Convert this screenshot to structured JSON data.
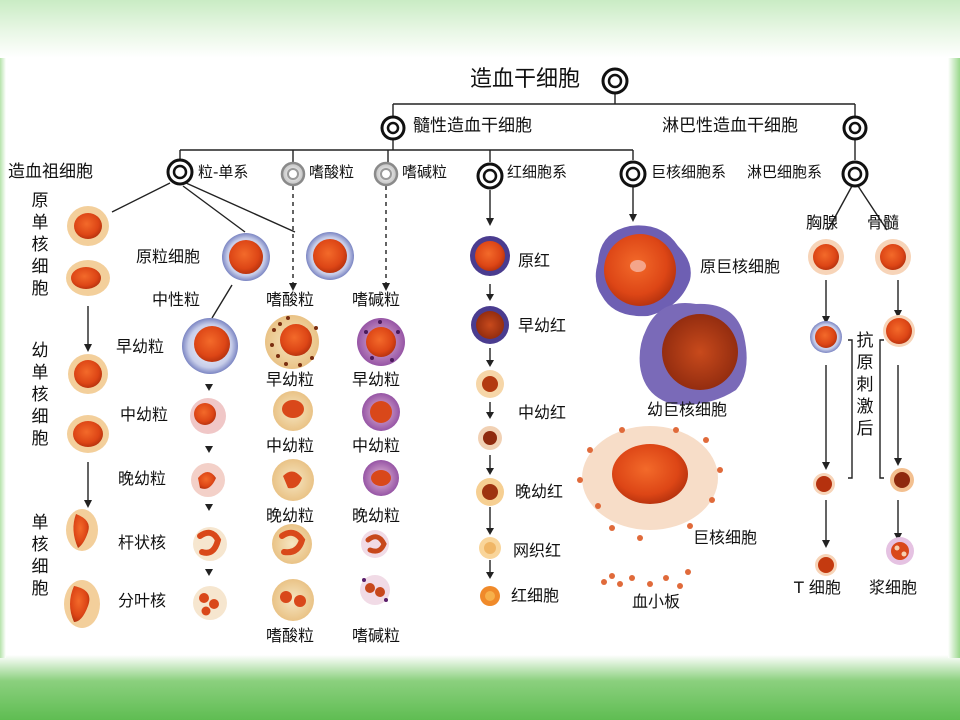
{
  "root": {
    "label": "造血干细胞"
  },
  "lineages": {
    "myeloid_stem": "髓性造血干细胞",
    "lymphoid_stem": "淋巴性造血干细胞"
  },
  "progenitor_heading": "造血祖细胞",
  "branches": {
    "granulo_mono": "粒-单系",
    "eosinophil": "嗜酸粒",
    "basophil": "嗜碱粒",
    "erythroid": "红细胞系",
    "megakaryocyte": "巨核细胞系",
    "lymphoid": "淋巴细胞系"
  },
  "monocyte_col": {
    "pro": "原单核细胞",
    "pre": "幼单核细胞",
    "mature": "单核细胞"
  },
  "neutrophil_col": {
    "myeloblast": "原粒细胞",
    "neutrophil": "中性粒",
    "stages": [
      "早幼粒",
      "中幼粒",
      "晚幼粒",
      "杆状核",
      "分叶核"
    ]
  },
  "eosinophil_col": {
    "head": "嗜酸粒",
    "stages": [
      "早幼粒",
      "中幼粒",
      "晚幼粒"
    ],
    "mature": "嗜酸粒"
  },
  "basophil_col": {
    "head": "嗜碱粒",
    "stages": [
      "早幼粒",
      "中幼粒",
      "晚幼粒"
    ],
    "mature": "嗜碱粒"
  },
  "erythroid_col": {
    "stages": [
      "原红",
      "早幼红",
      "中幼红",
      "晚幼红",
      "网织红",
      "红细胞"
    ]
  },
  "megakaryocyte_col": {
    "stages": [
      "原巨核细胞",
      "幼巨核细胞",
      "巨核细胞"
    ],
    "platelet": "血小板"
  },
  "lymph_col": {
    "thymus": "胸腺",
    "bone_marrow": "骨髓",
    "stimulus": "抗原刺激后",
    "t_cell": "T 细胞",
    "plasma_cell": "浆细胞"
  },
  "colors": {
    "background_top": "#c9ecc4",
    "background_bottom": "#5fbd52",
    "cell_orange": "#e8501e",
    "membrane_blue": "#4f5fae",
    "node_ring": "#111111",
    "line": "#222222"
  }
}
